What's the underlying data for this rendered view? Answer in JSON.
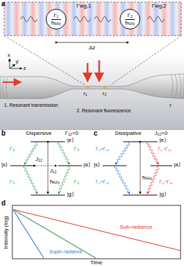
{
  "diagram": {
    "nodes": [
      {
        "text": [
          "Γ₁",
          "ħω₀"
        ]
      },
      {
        "text": [
          "Γ₂",
          "ħω₀"
        ]
      }
    ],
    "labels": [
      "a",
      "Γwg,1",
      "Γwg,2",
      "Δz",
      "x",
      "y",
      "z",
      "1. Resonant transmission",
      "2. Resonant fluorescence",
      "r₁",
      "r₂",
      "r",
      "b",
      "Dispersive",
      "Γ₁₂=0",
      "|e⟩",
      "|s⟩",
      "|a⟩",
      "|g⟩",
      "Γ₀",
      "Γ₀",
      "Γ₀",
      "Γ₀",
      "J₁₂",
      "J₁₂",
      "ħω₀",
      "c",
      "Dissipative",
      "J₁₂=0",
      "|e⟩",
      "|s⟩",
      "|a⟩",
      "|g⟩",
      "Γ₀+Γ₁₂",
      "Γ₀+Γ₁₂",
      "Γ₀−Γ₁₂",
      "Γ₀−Γ₁₂",
      "ħω₀",
      "d",
      "Intensity (log)",
      "Time",
      "Super-radiance",
      "Sub-radiance"
    ]
  }
}
